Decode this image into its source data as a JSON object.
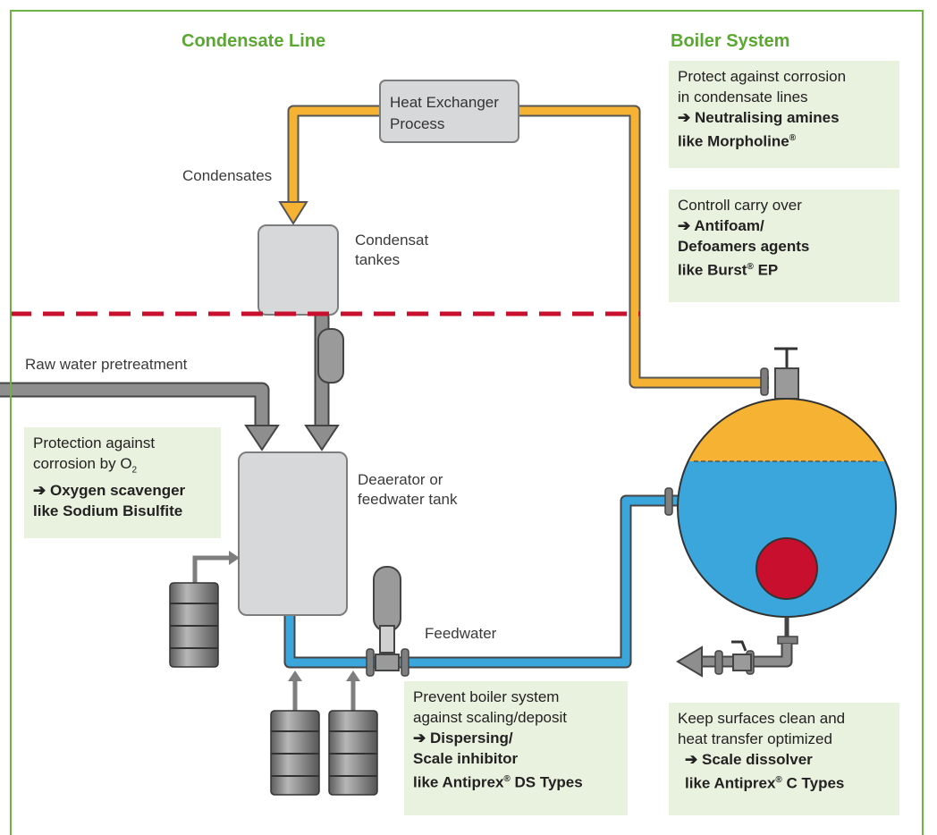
{
  "headers": {
    "condensate_line": "Condensate Line",
    "boiler_system": "Boiler System"
  },
  "labels": {
    "heat_exchanger_line1": "Heat Exchanger",
    "heat_exchanger_line2": "Process",
    "condensates": "Condensates",
    "condensat_tanks_line1": "Condensat",
    "condensat_tanks_line2": "tankes",
    "raw_water": "Raw water pretreatment",
    "deaerator_line1": "Deaerator or",
    "deaerator_line2": "feedwater tank",
    "feedwater": "Feedwater"
  },
  "boxes": {
    "amines": {
      "line1": "Protect against corrosion",
      "line2": "in condensate lines",
      "arrow": "➔",
      "bold1": "Neutralising amines",
      "bold2": "like Morpholine",
      "bold2_mark": "®"
    },
    "antifoam": {
      "line1": "Controll carry over",
      "arrow": "➔",
      "bold1": "Antifoam/",
      "bold2": "Defoamers agents",
      "bold3": "like Burst",
      "bold3_mark": "®",
      "bold3_tail": " EP"
    },
    "oxygen": {
      "line1": "Protection against",
      "line2": "corrosion by O",
      "line2_sub": "2",
      "arrow": "➔",
      "bold1": "Oxygen scavenger",
      "bold2": "like Sodium Bisulfite"
    },
    "scaling": {
      "line1": "Prevent boiler system",
      "line2": "against scaling/deposit",
      "arrow": "➔",
      "bold1": "Dispersing/",
      "bold2": "Scale inhibitor",
      "bold3": "like Antiprex",
      "bold3_mark": "®",
      "bold3_tail": " DS Types"
    },
    "dissolver": {
      "line1": "Keep surfaces clean and",
      "line2": "heat transfer optimized",
      "arrow": "➔",
      "bold1": "Scale dissolver",
      "bold2": "like Antiprex",
      "bold2_mark": "®",
      "bold2_tail": " C Types"
    }
  },
  "colors": {
    "green": "#5aa832",
    "orange": "#f6b233",
    "blue": "#3aa6dc",
    "grey": "#8e8e8e",
    "red_dash": "#c8102e",
    "box_bg": "#e9f1df",
    "red_core": "#c8102e"
  }
}
